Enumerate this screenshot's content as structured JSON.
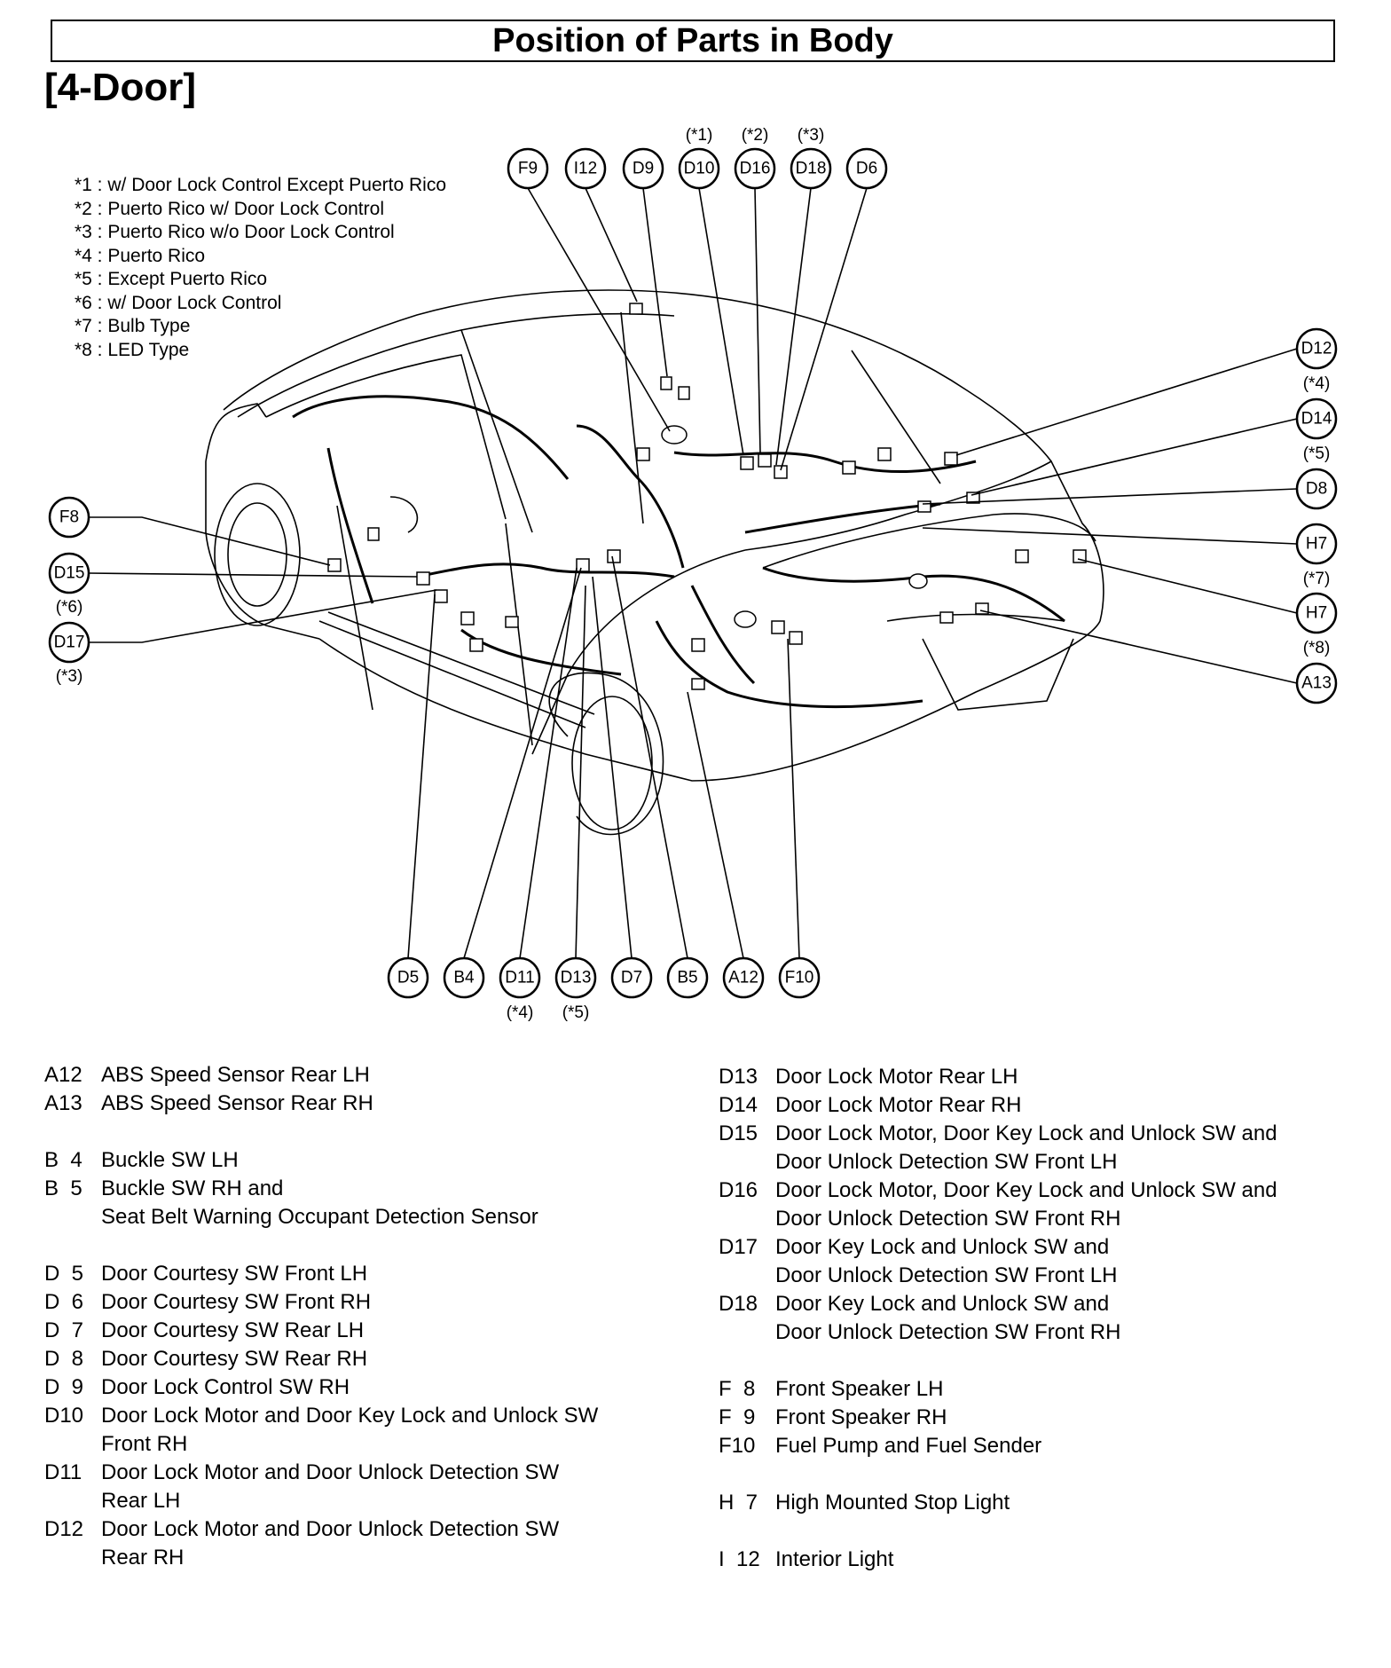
{
  "title": "Position of Parts in Body",
  "subtitle": "[4-Door]",
  "notes": [
    "*1 : w/ Door Lock Control Except Puerto Rico",
    "*2 : Puerto Rico w/ Door Lock Control",
    "*3 : Puerto Rico w/o Door Lock Control",
    "*4 : Puerto Rico",
    "*5 : Except Puerto Rico",
    "*6 : w/ Door Lock Control",
    "*7 : Bulb Type",
    "*8 : LED Type"
  ],
  "callouts": {
    "F9": "F9",
    "I12": "I12",
    "D9": "D9",
    "D10": "D10",
    "D16": "D16",
    "D18": "D18",
    "D6": "D6",
    "D12": "D12",
    "D14": "D14",
    "D8": "D8",
    "H7a": "H7",
    "H7b": "H7",
    "A13": "A13",
    "F8": "F8",
    "D15": "D15",
    "D17": "D17",
    "D5": "D5",
    "B4": "B4",
    "D11": "D11",
    "D13": "D13",
    "D7": "D7",
    "B5": "B5",
    "A12": "A12",
    "F10": "F10"
  },
  "conditions": {
    "D10": "(*1)",
    "D16": "(*2)",
    "D18": "(*3)",
    "D12": "(*4)",
    "D14": "(*5)",
    "H7a": "(*7)",
    "H7b": "(*8)",
    "D15": "(*6)",
    "D17": "(*3)",
    "D11": "(*4)",
    "D13": "(*5)"
  },
  "legend_left": [
    {
      "code": "A12",
      "desc": "ABS Speed Sensor Rear LH"
    },
    {
      "code": "A13",
      "desc": "ABS Speed Sensor Rear RH"
    },
    {
      "gap": true
    },
    {
      "code": "B  4",
      "desc": "Buckle SW LH"
    },
    {
      "code": "B  5",
      "desc": "Buckle SW RH and"
    },
    {
      "code": "",
      "desc": "Seat Belt Warning Occupant Detection Sensor"
    },
    {
      "gap": true
    },
    {
      "code": "D  5",
      "desc": "Door Courtesy SW Front LH"
    },
    {
      "code": "D  6",
      "desc": "Door Courtesy SW Front RH"
    },
    {
      "code": "D  7",
      "desc": "Door Courtesy SW Rear LH"
    },
    {
      "code": "D  8",
      "desc": "Door Courtesy SW Rear RH"
    },
    {
      "code": "D  9",
      "desc": "Door Lock Control SW RH"
    },
    {
      "code": "D10",
      "desc": "Door Lock Motor and Door Key Lock and Unlock SW"
    },
    {
      "code": "",
      "desc": "Front RH"
    },
    {
      "code": "D11",
      "desc": "Door Lock Motor and Door Unlock Detection SW"
    },
    {
      "code": "",
      "desc": "Rear LH"
    },
    {
      "code": "D12",
      "desc": "Door Lock Motor and Door Unlock Detection SW"
    },
    {
      "code": "",
      "desc": "Rear RH"
    }
  ],
  "legend_right": [
    {
      "code": "D13",
      "desc": "Door Lock Motor Rear LH"
    },
    {
      "code": "D14",
      "desc": "Door Lock Motor Rear RH"
    },
    {
      "code": "D15",
      "desc": "Door Lock Motor, Door Key Lock and Unlock SW and"
    },
    {
      "code": "",
      "desc": "Door Unlock Detection SW Front LH"
    },
    {
      "code": "D16",
      "desc": "Door Lock Motor, Door Key Lock and Unlock SW and"
    },
    {
      "code": "",
      "desc": "Door Unlock Detection SW Front RH"
    },
    {
      "code": "D17",
      "desc": "Door Key Lock and Unlock SW and"
    },
    {
      "code": "",
      "desc": "Door Unlock Detection SW Front LH"
    },
    {
      "code": "D18",
      "desc": "Door Key Lock and Unlock SW and"
    },
    {
      "code": "",
      "desc": "Door Unlock Detection SW Front RH"
    },
    {
      "gap": true
    },
    {
      "code": "F  8",
      "desc": "Front Speaker LH"
    },
    {
      "code": "F  9",
      "desc": "Front Speaker RH"
    },
    {
      "code": "F10",
      "desc": "Fuel Pump and Fuel Sender"
    },
    {
      "gap": true
    },
    {
      "code": "H  7",
      "desc": "High Mounted Stop Light"
    },
    {
      "gap": true
    },
    {
      "code": "I  12",
      "desc": "Interior Light"
    }
  ]
}
